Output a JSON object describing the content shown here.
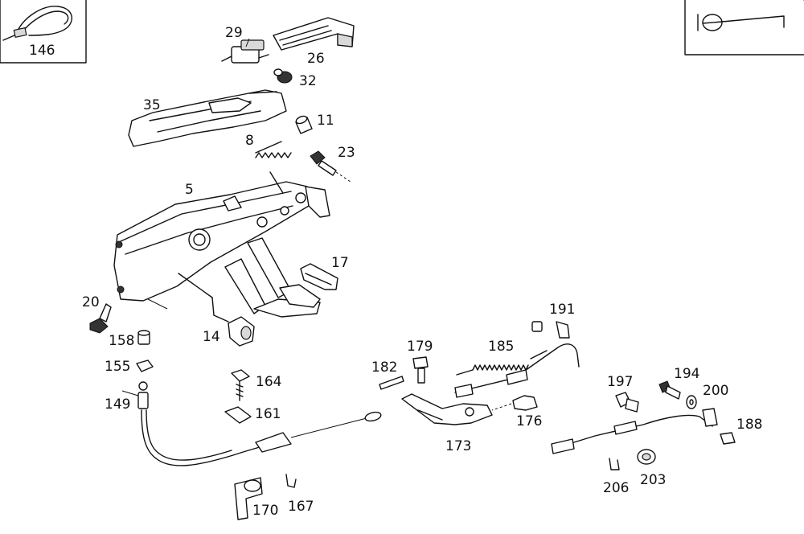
{
  "parts": [
    {
      "key": "p146",
      "label": "146"
    },
    {
      "key": "p29",
      "label": "29"
    },
    {
      "key": "p26",
      "label": "26"
    },
    {
      "key": "p32",
      "label": "32"
    },
    {
      "key": "p35",
      "label": "35"
    },
    {
      "key": "p11",
      "label": "11"
    },
    {
      "key": "p8",
      "label": "8"
    },
    {
      "key": "p23",
      "label": "23"
    },
    {
      "key": "p5",
      "label": "5"
    },
    {
      "key": "p17",
      "label": "17"
    },
    {
      "key": "p20",
      "label": "20"
    },
    {
      "key": "p158",
      "label": "158"
    },
    {
      "key": "p14",
      "label": "14"
    },
    {
      "key": "p155",
      "label": "155"
    },
    {
      "key": "p164",
      "label": "164"
    },
    {
      "key": "p149",
      "label": "149"
    },
    {
      "key": "p161",
      "label": "161"
    },
    {
      "key": "p170",
      "label": "170"
    },
    {
      "key": "p167",
      "label": "167"
    },
    {
      "key": "p182",
      "label": "182"
    },
    {
      "key": "p179",
      "label": "179"
    },
    {
      "key": "p185",
      "label": "185"
    },
    {
      "key": "p191",
      "label": "191"
    },
    {
      "key": "p173",
      "label": "173"
    },
    {
      "key": "p176",
      "label": "176"
    },
    {
      "key": "p197",
      "label": "197"
    },
    {
      "key": "p194",
      "label": "194"
    },
    {
      "key": "p200",
      "label": "200"
    },
    {
      "key": "p188",
      "label": "188"
    },
    {
      "key": "p206",
      "label": "206"
    },
    {
      "key": "p203",
      "label": "203"
    }
  ]
}
